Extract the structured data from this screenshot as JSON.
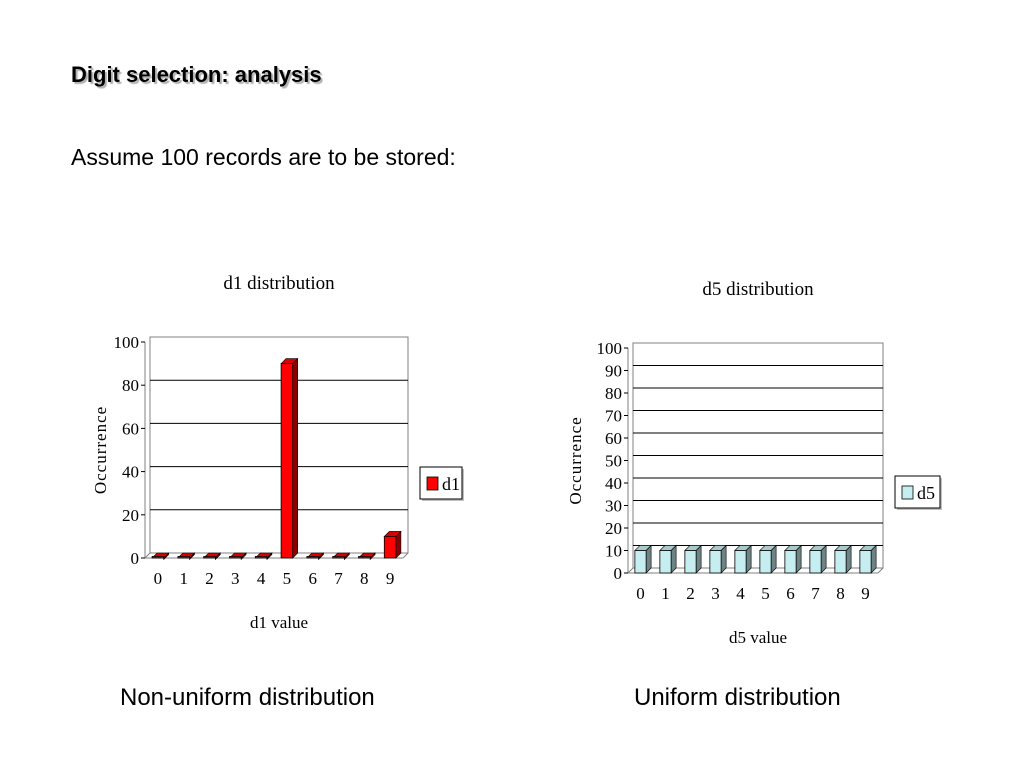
{
  "slide": {
    "title": "Digit selection: analysis",
    "subtitle": "Assume 100 records are to be stored:",
    "caption_left": "Non-uniform distribution",
    "caption_right": "Uniform distribution"
  },
  "chart_data": [
    {
      "type": "bar",
      "title": "d1 distribution",
      "xlabel": "d1 value",
      "ylabel": "Occurrence",
      "categories": [
        "0",
        "1",
        "2",
        "3",
        "4",
        "5",
        "6",
        "7",
        "8",
        "9"
      ],
      "series": [
        {
          "name": "d1",
          "values": [
            0,
            0,
            0,
            0,
            0,
            90,
            0,
            0,
            0,
            10
          ],
          "color": "#ff0000"
        }
      ],
      "ylim": [
        0,
        100
      ],
      "yticks": [
        0,
        20,
        40,
        60,
        80,
        100
      ],
      "grid": true,
      "legend": "right"
    },
    {
      "type": "bar",
      "title": "d5 distribution",
      "xlabel": "d5 value",
      "ylabel": "Occurrence",
      "categories": [
        "0",
        "1",
        "2",
        "3",
        "4",
        "5",
        "6",
        "7",
        "8",
        "9"
      ],
      "series": [
        {
          "name": "d5",
          "values": [
            10,
            10,
            10,
            10,
            10,
            10,
            10,
            10,
            10,
            10
          ],
          "color": "#c6eef0"
        }
      ],
      "ylim": [
        0,
        100
      ],
      "yticks": [
        0,
        10,
        20,
        30,
        40,
        50,
        60,
        70,
        80,
        90,
        100
      ],
      "grid": true,
      "legend": "right"
    }
  ]
}
